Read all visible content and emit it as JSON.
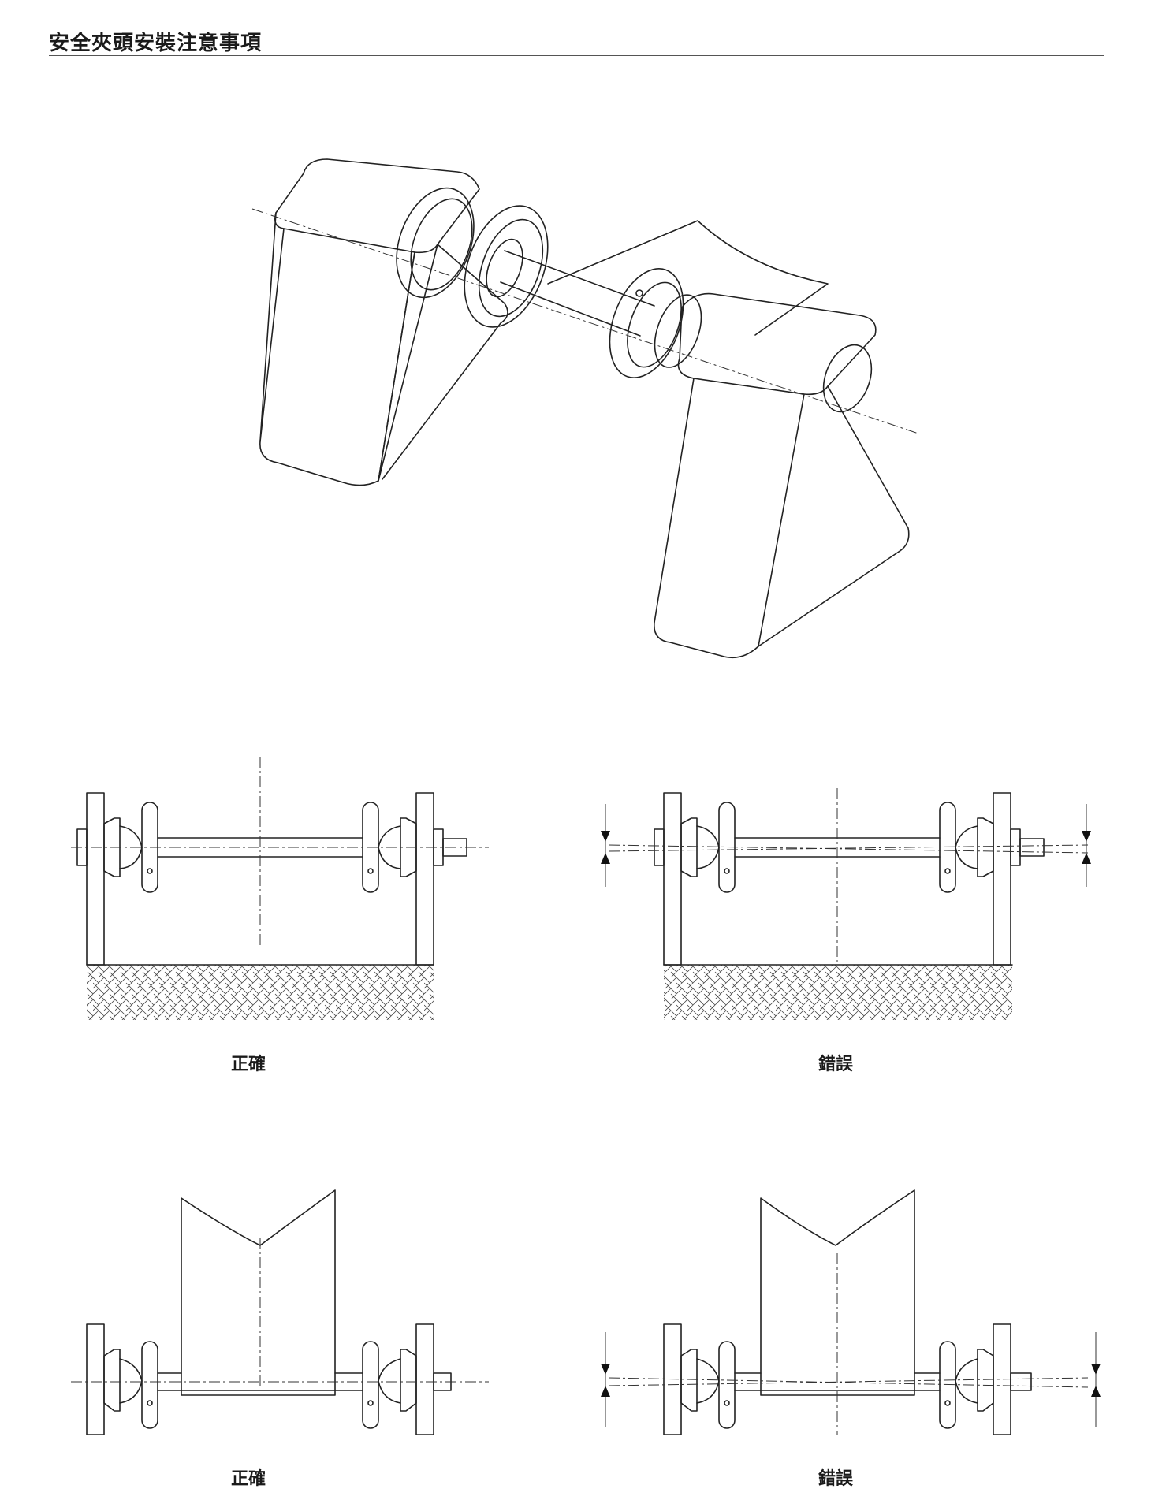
{
  "page": {
    "title": "安全夾頭安裝注意事項"
  },
  "diagrams": [
    {
      "id": "top-correct",
      "caption": "正確"
    },
    {
      "id": "top-wrong",
      "caption": "錯誤"
    },
    {
      "id": "bottom-correct",
      "caption": "正確"
    },
    {
      "id": "bottom-wrong",
      "caption": "錯誤"
    }
  ]
}
